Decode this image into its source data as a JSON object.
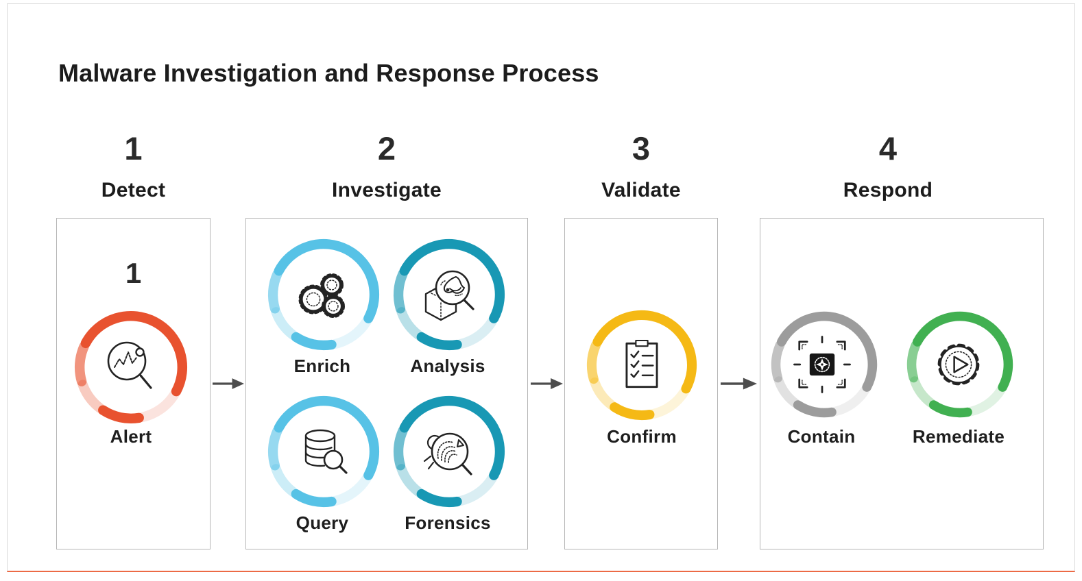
{
  "title": "Malware Investigation and Response Process",
  "colors": {
    "alert_red": "#E8522F",
    "light_blue": "#57C2E6",
    "teal": "#1898B4",
    "yellow": "#F5B915",
    "gray": "#9C9C9C",
    "green": "#41B051",
    "accent_line": "#EC6A45",
    "arrow_gray": "#4d4d4d",
    "box_border": "#b5b5b5"
  },
  "stages": [
    {
      "number": "1",
      "label": "Detect",
      "box_number": "1",
      "items": [
        {
          "label": "Alert",
          "icon": "pulse-magnifier",
          "color": "#E8522F"
        }
      ]
    },
    {
      "number": "2",
      "label": "Investigate",
      "items": [
        {
          "label": "Enrich",
          "icon": "gears",
          "color": "#57C2E6"
        },
        {
          "label": "Analysis",
          "icon": "hex-magnifier",
          "color": "#1898B4"
        },
        {
          "label": "Query",
          "icon": "database-magnifier",
          "color": "#57C2E6"
        },
        {
          "label": "Forensics",
          "icon": "fingerprint-magnifier",
          "color": "#1898B4"
        }
      ]
    },
    {
      "number": "3",
      "label": "Validate",
      "items": [
        {
          "label": "Confirm",
          "icon": "checklist-clipboard",
          "color": "#F5B915"
        }
      ]
    },
    {
      "number": "4",
      "label": "Respond",
      "items": [
        {
          "label": "Contain",
          "icon": "malware-target",
          "color": "#9C9C9C"
        },
        {
          "label": "Remediate",
          "icon": "gear-play",
          "color": "#41B051"
        }
      ]
    }
  ]
}
